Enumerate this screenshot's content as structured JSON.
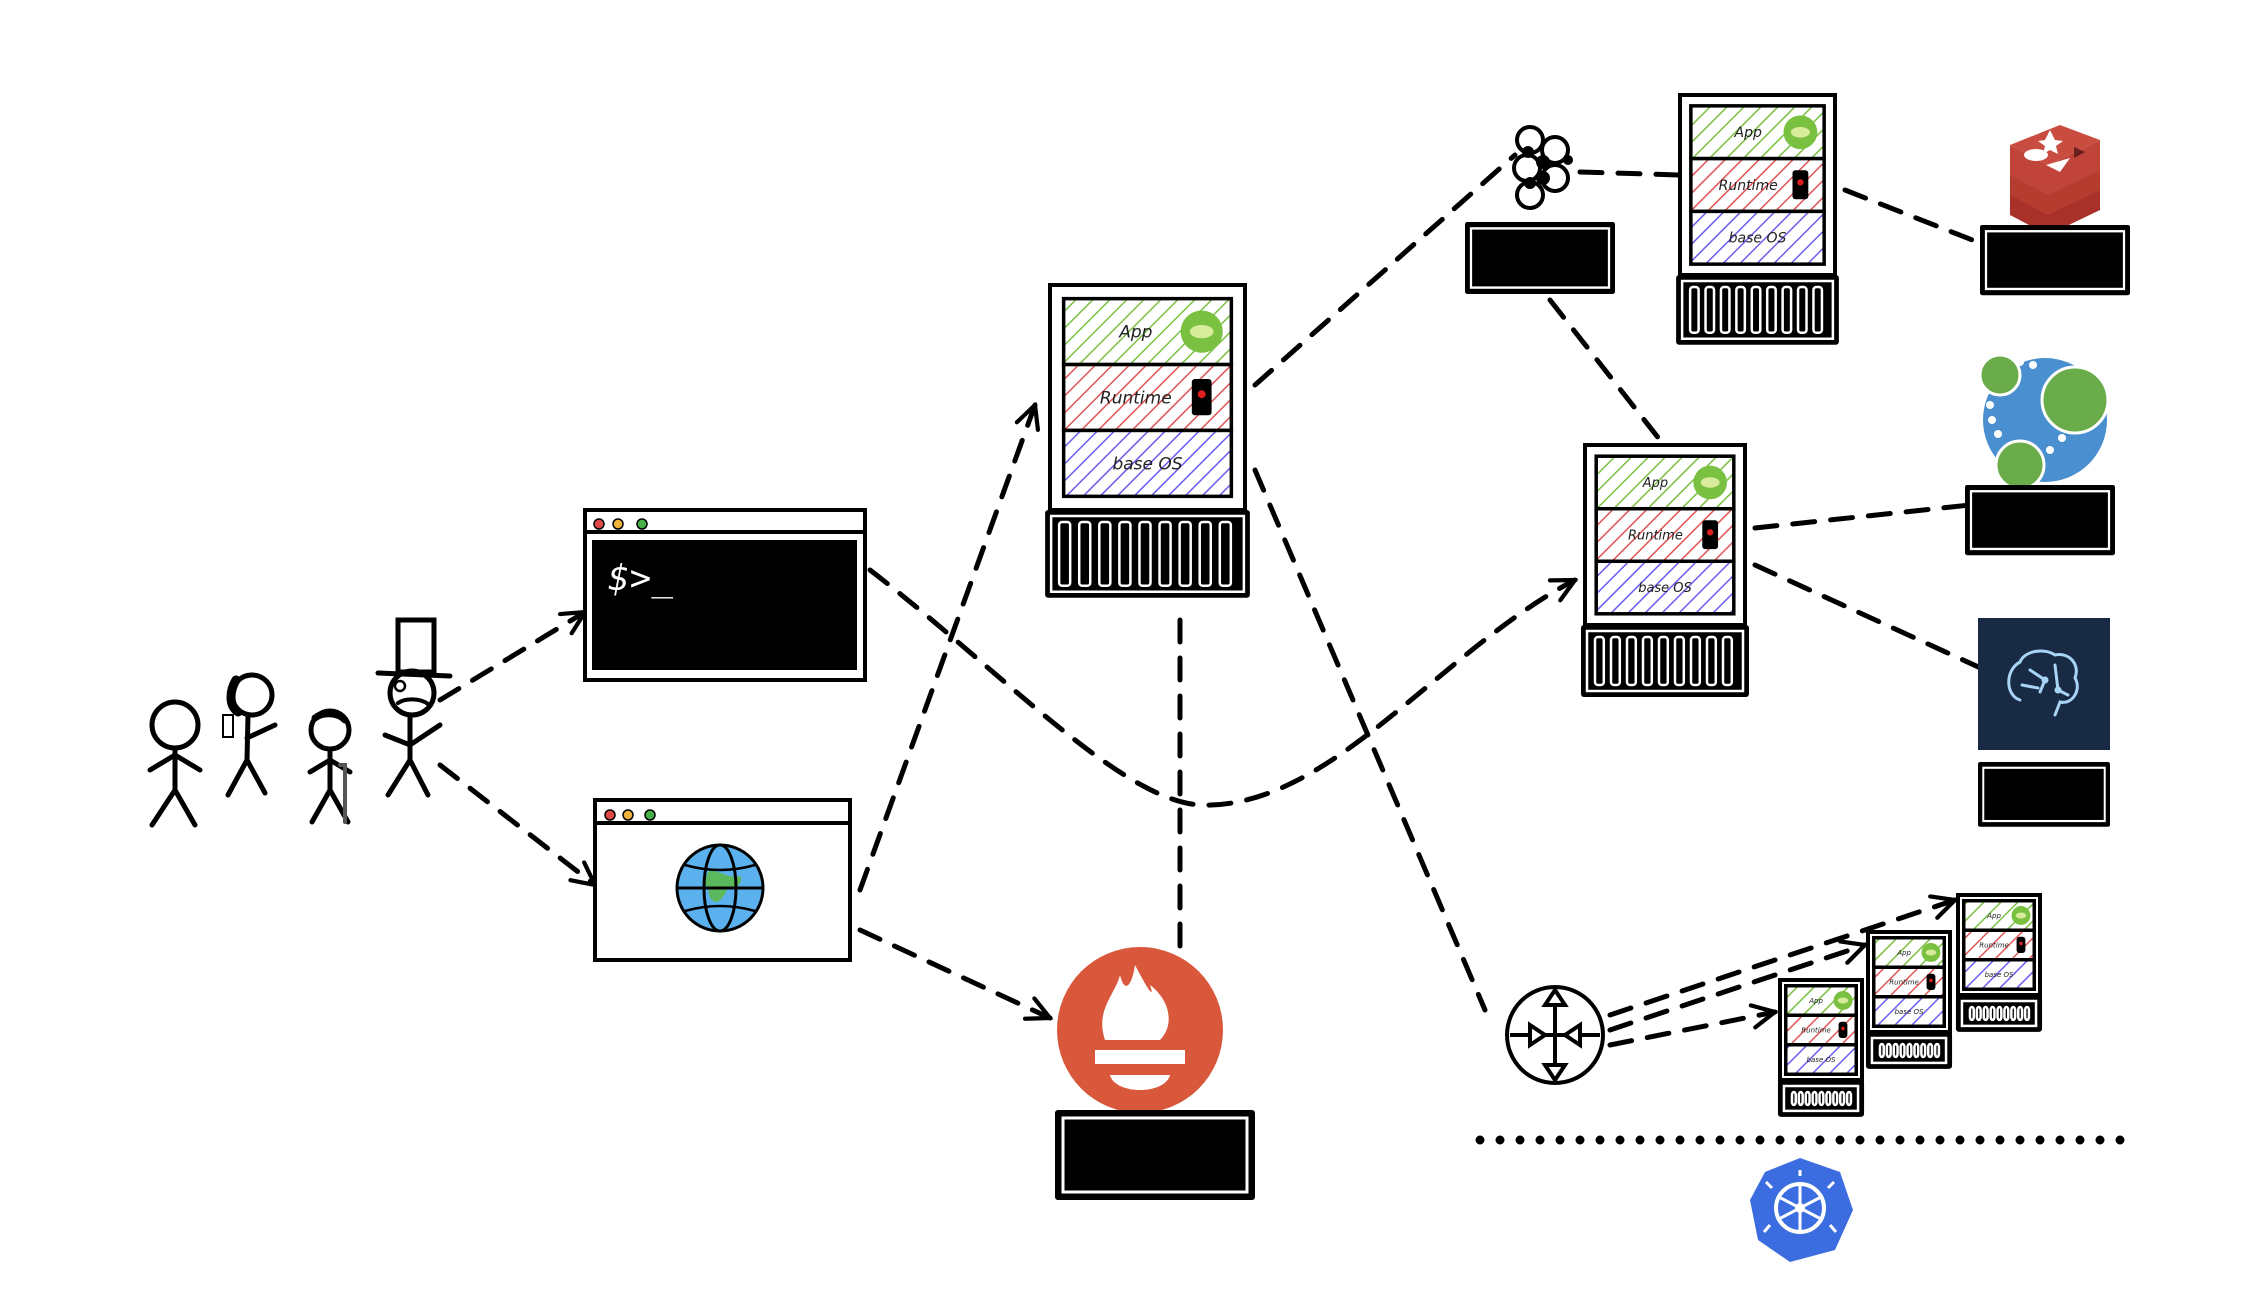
{
  "diagram": {
    "title": "Microservices architecture sketch",
    "users": [
      {
        "name": "user-plain"
      },
      {
        "name": "user-phone"
      },
      {
        "name": "user-cane"
      },
      {
        "name": "user-top-hat"
      }
    ],
    "terminal": {
      "prompt": "$>_"
    },
    "browser": {
      "icon": "globe-icon"
    },
    "stack_layers": {
      "app": "App",
      "runtime": "Runtime",
      "os": "base OS"
    },
    "colors": {
      "app": "#7ac142",
      "runtime": "#e05555",
      "os": "#6a5cf0",
      "prometheus": "#d9573b",
      "redis": "#b03a2e",
      "neo4j_blue": "#4a8fd0",
      "neo4j_green": "#6aab4a",
      "kubernetes": "#3c6de0",
      "ai_bg": "#182a44"
    },
    "nodes": [
      {
        "id": "gateway-service",
        "type": "app-stack"
      },
      {
        "id": "prometheus",
        "type": "monitoring",
        "icon": "prometheus-icon"
      },
      {
        "id": "message-broker",
        "type": "broker",
        "icon": "broker-icon"
      },
      {
        "id": "service-a",
        "type": "app-stack"
      },
      {
        "id": "service-b",
        "type": "app-stack"
      },
      {
        "id": "redis",
        "type": "cache",
        "icon": "redis-icon"
      },
      {
        "id": "neo4j",
        "type": "graph-db",
        "icon": "neo4j-icon"
      },
      {
        "id": "ai-model",
        "type": "ml",
        "icon": "brain-icon"
      },
      {
        "id": "load-balancer",
        "type": "router",
        "icon": "router-icon"
      },
      {
        "id": "replica-1",
        "type": "app-stack"
      },
      {
        "id": "replica-2",
        "type": "app-stack"
      },
      {
        "id": "replica-3",
        "type": "app-stack"
      },
      {
        "id": "kubernetes",
        "type": "orchestrator",
        "icon": "kubernetes-icon"
      }
    ]
  }
}
